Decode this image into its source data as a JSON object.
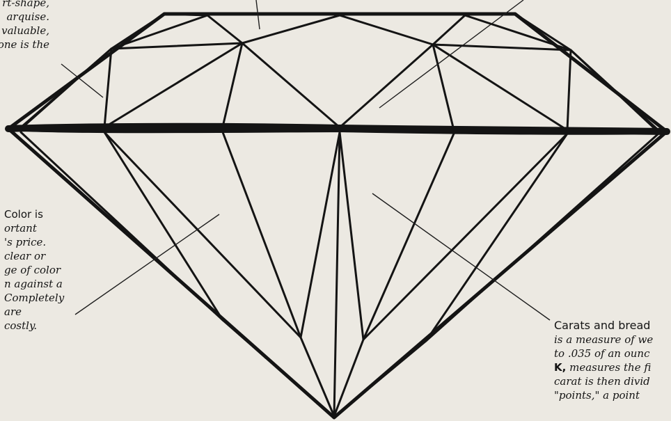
{
  "colors": {
    "paper": "#ece9e2",
    "ink": "#141414"
  },
  "text_blocks": {
    "cut": [
      "rt-shape,",
      "arquise.",
      "valuable,",
      "one is the"
    ],
    "color": [
      "Color is",
      "ortant",
      "'s price.",
      "clear or",
      "ge of color",
      "n against a",
      "Completely",
      "are",
      "costly."
    ],
    "carat": {
      "heading": "Carats and bread",
      "lines": [
        "is a measure of we",
        "to .035 of an ounc",
        "measures the fi",
        "carat is then divid",
        "\"points,\" a point"
      ],
      "k_letter": "K,"
    }
  }
}
